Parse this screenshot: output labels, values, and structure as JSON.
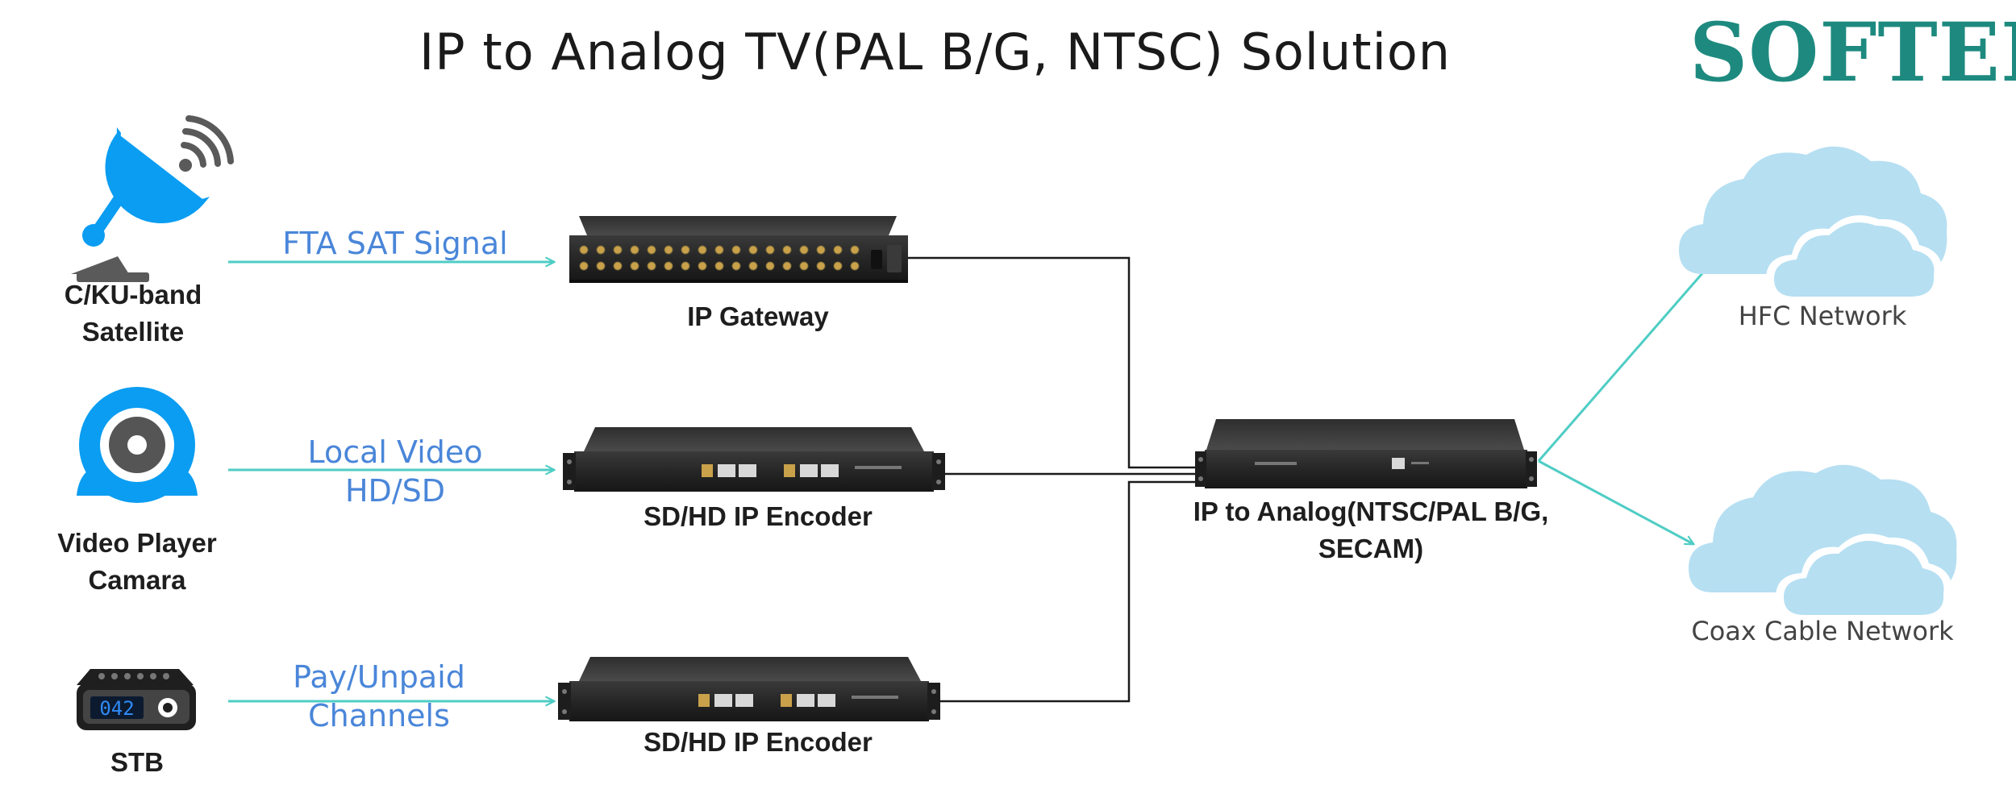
{
  "title": "IP to Analog TV(PAL B/G, NTSC) Solution",
  "brand": "SOFTEL",
  "colors": {
    "title": "#1a1a1a",
    "brand": "#1e8a7f",
    "signal_text": "#4a86d9",
    "arrow": "#4ecdc4",
    "connector": "#1a1a1a",
    "source_icon": "#0a9df2",
    "cloud": "#b6dff2",
    "device_body": "#2b2b2b"
  },
  "sources": [
    {
      "icon": "satellite-dish-icon",
      "label_lines": [
        "C/KU-band",
        "Satellite"
      ]
    },
    {
      "icon": "webcam-icon",
      "label_lines": [
        "Video Player",
        "Camara"
      ]
    },
    {
      "icon": "stb-icon",
      "display_text": "042",
      "label_lines": [
        "STB"
      ]
    }
  ],
  "signals": [
    {
      "lines": [
        "FTA SAT Signal"
      ]
    },
    {
      "lines": [
        "Local Video",
        "HD/SD"
      ]
    },
    {
      "lines": [
        "Pay/Unpaid",
        "Channels"
      ]
    }
  ],
  "devices": [
    {
      "icon": "ip-gateway-device-icon",
      "label_lines": [
        "IP Gateway"
      ]
    },
    {
      "icon": "ip-encoder-device-icon",
      "label_lines": [
        "SD/HD IP Encoder"
      ]
    },
    {
      "icon": "ip-encoder-device-icon",
      "label_lines": [
        "SD/HD IP Encoder"
      ]
    }
  ],
  "central_device": {
    "icon": "ip-to-analog-device-icon",
    "label_lines": [
      "IP to Analog(NTSC/PAL B/G,",
      "SECAM)"
    ]
  },
  "networks": [
    {
      "icon": "cloud-icon",
      "label": "HFC Network"
    },
    {
      "icon": "cloud-icon",
      "label": "Coax Cable Network"
    }
  ]
}
